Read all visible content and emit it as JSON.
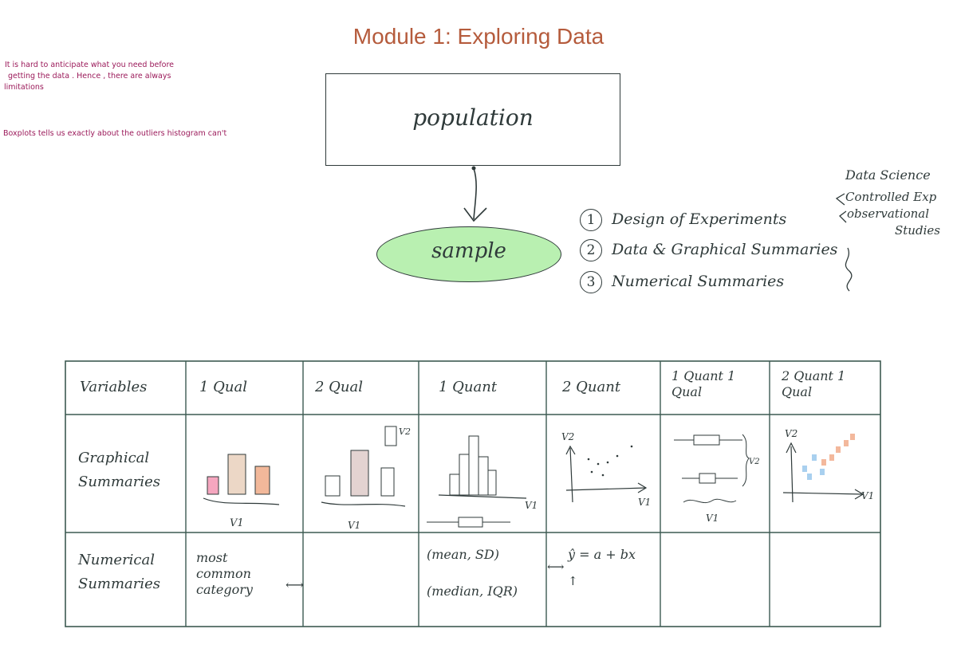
{
  "title": "Module 1: Exploring Data",
  "notes": [
    "It is hard to anticipate what you need before",
    "getting the data . Hence , there are always",
    "limitations",
    "Boxplots tells us exactly about the outliers histogram can't"
  ],
  "flow": {
    "population": "population",
    "sample": "sample"
  },
  "topics": [
    {
      "num": "1",
      "label": "Design of Experiments"
    },
    {
      "num": "2",
      "label": "Data & Graphical Summaries"
    },
    {
      "num": "3",
      "label": "Numerical Summaries"
    }
  ],
  "side": {
    "data_science": "Data Science",
    "controlled": "Controlled Exp",
    "observational": "observational",
    "studies": "Studies"
  },
  "table": {
    "headers": [
      "Variables",
      "1 Qual",
      "2 Qual",
      "1 Quant",
      "2 Quant",
      "1 Quant 1 Qual",
      "2 Quant 1 Qual"
    ],
    "row_labels": [
      "Graphical Summaries",
      "Numerical Summaries"
    ],
    "numerical": {
      "qual1": "most common category",
      "quant1_a": "(mean, SD)",
      "quant1_b": "(median, IQR)",
      "quant2": "ŷ = a + bx"
    },
    "axis_labels": {
      "v1": "V1",
      "v2": "V2"
    }
  }
}
